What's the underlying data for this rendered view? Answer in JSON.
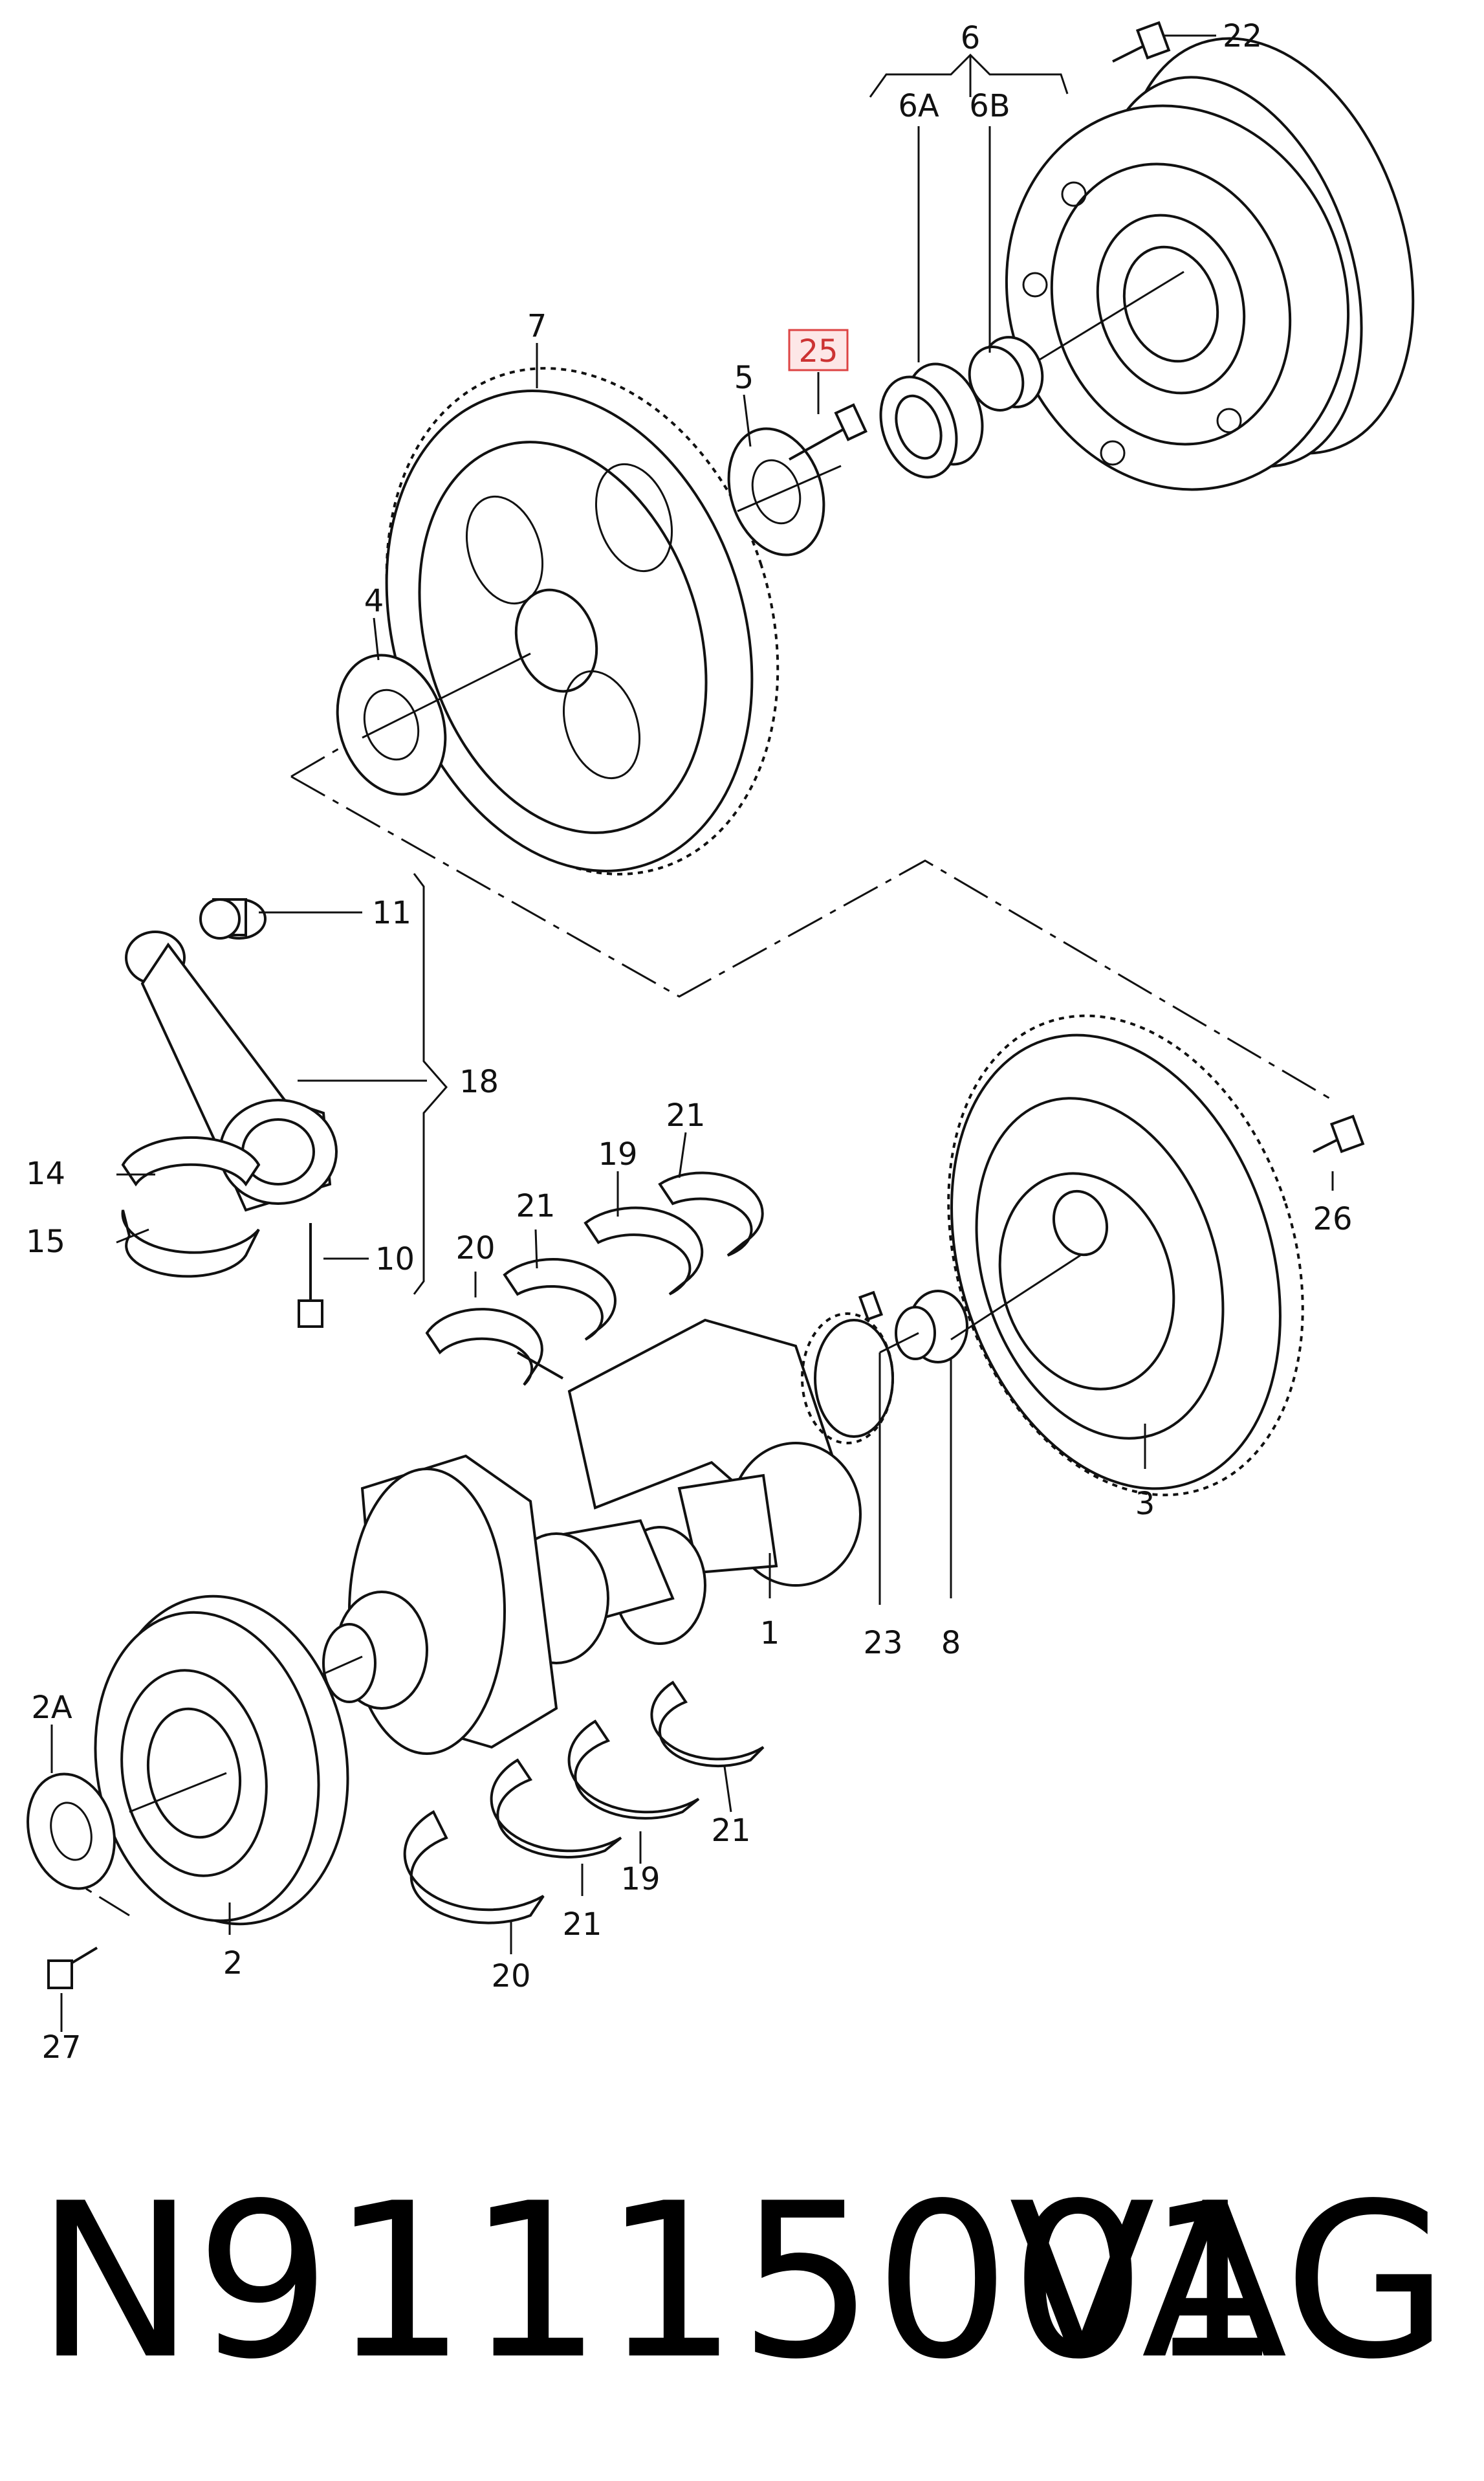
{
  "labels": {
    "l1": "1",
    "l2": "2",
    "l2A": "2A",
    "l3": "3",
    "l4": "4",
    "l5": "5",
    "l6": "6",
    "l6A": "6A",
    "l6B": "6B",
    "l7": "7",
    "l8": "8",
    "l10": "10",
    "l11": "11",
    "l14": "14",
    "l15": "15",
    "l18": "18",
    "l19a": "19",
    "l19b": "19",
    "l20a": "20",
    "l20b": "20",
    "l21a": "21",
    "l21b": "21",
    "l21c": "21",
    "l21d": "21",
    "l22": "22",
    "l23": "23",
    "l25": "25",
    "l26": "26",
    "l27": "27"
  },
  "highlight": {
    "label": "25",
    "color": "#d44444"
  },
  "footer": {
    "part_number": "N91115001",
    "brand": "VAG"
  }
}
